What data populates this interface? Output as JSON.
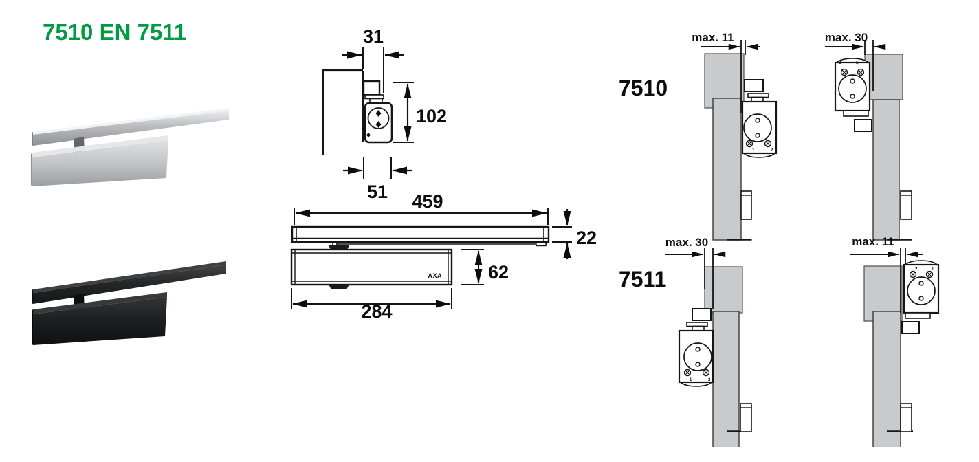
{
  "title": "7510 EN 7511",
  "colors": {
    "brand_green": "#009b40",
    "diagram_gray": "#c9cacb",
    "line_black": "#151515"
  },
  "products": [
    {
      "finish": "silver"
    },
    {
      "finish": "black"
    }
  ],
  "dimensions": {
    "side_view": {
      "top_width": "31",
      "height": "102",
      "bottom_width": "51"
    },
    "front_view": {
      "rail_length": "459",
      "rail_thickness": "22",
      "body_height": "62",
      "body_length": "284",
      "logo": "AXA"
    }
  },
  "installation": {
    "m7510": {
      "label": "7510",
      "left": {
        "max_dim": "max. 11"
      },
      "right": {
        "max_dim": "max. 30"
      }
    },
    "m7511": {
      "label": "7511",
      "left": {
        "max_dim": "max. 30"
      },
      "right": {
        "max_dim": "max. 11"
      }
    },
    "screws": {
      "s1": "1",
      "s2": "2"
    }
  }
}
